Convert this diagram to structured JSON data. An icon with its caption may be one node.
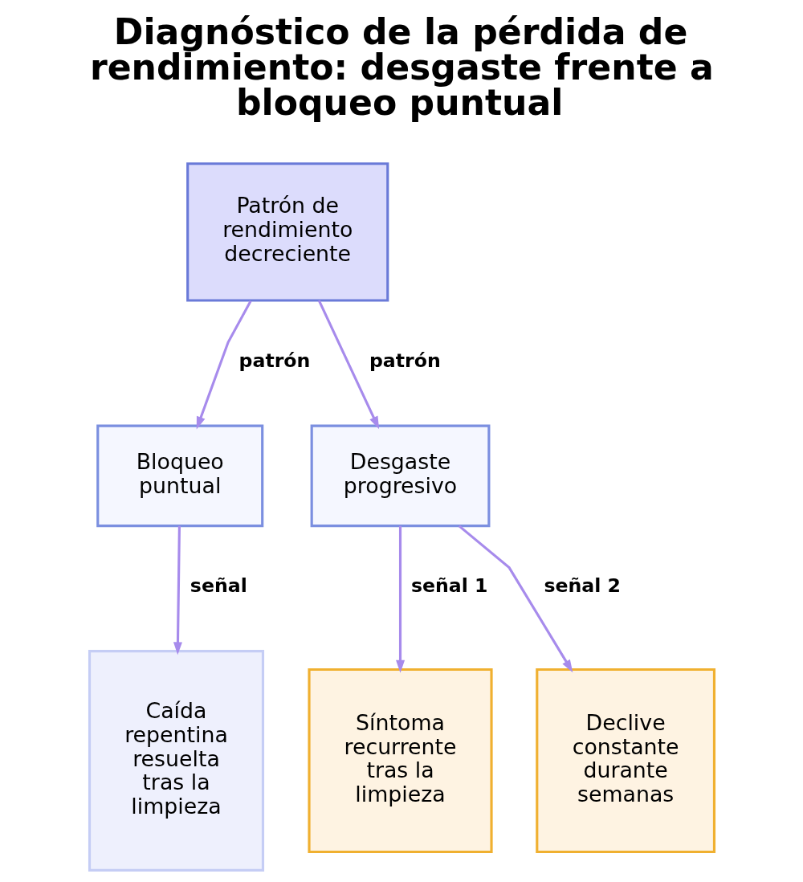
{
  "diagram": {
    "title": "Diagnóstico de la pérdida de rendimiento: desgaste frente a bloqueo puntual",
    "nodes": [
      {
        "text": [
          "Patrón de rendimiento decreciente"
        ]
      },
      {
        "text": [
          "Bloqueo puntual"
        ]
      },
      {
        "text": [
          "Desgaste progresivo"
        ]
      },
      {
        "text": [
          "Caída repentina resuelta tras la limpieza"
        ]
      },
      {
        "text": [
          "Síntoma recurrente tras la limpieza"
        ]
      },
      {
        "text": [
          "Declive constante durante semanas"
        ]
      }
    ],
    "edges": [
      {
        "from": 0,
        "to": 1,
        "arrow": "to",
        "label": "patrón"
      },
      {
        "from": 0,
        "to": 2,
        "arrow": "to",
        "label": "patrón"
      },
      {
        "from": 1,
        "to": 3,
        "arrow": "to",
        "label": "señal"
      },
      {
        "from": 2,
        "to": 4,
        "arrow": "to",
        "label": "señal 1"
      },
      {
        "from": 2,
        "to": 5,
        "arrow": "to",
        "label": "señal 2"
      }
    ]
  }
}
